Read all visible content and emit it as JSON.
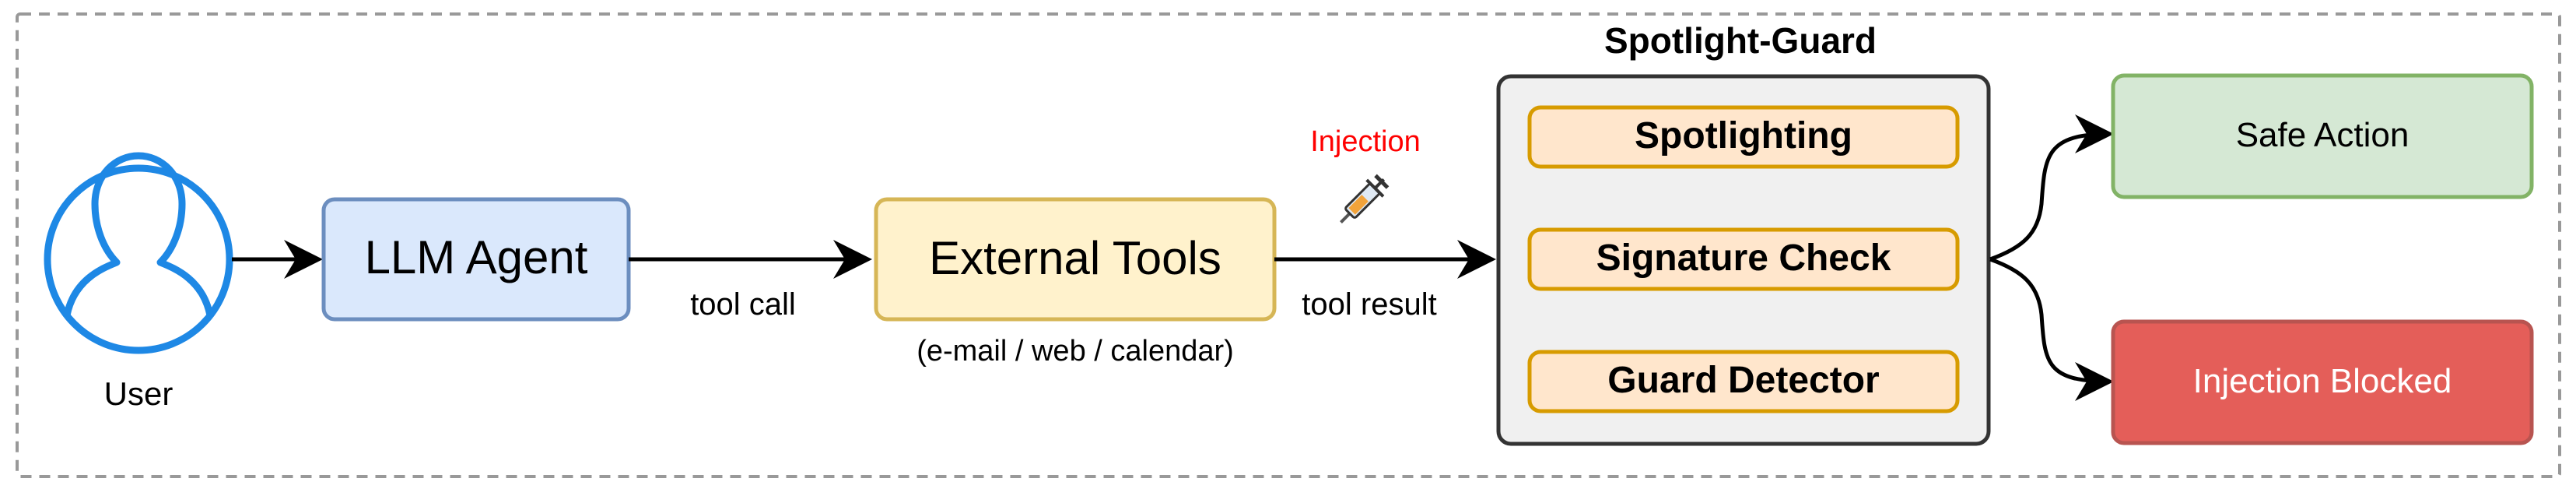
{
  "user": {
    "label": "User"
  },
  "agent": {
    "label": "LLM Agent"
  },
  "tools": {
    "label": "External Tools",
    "sublabel": "(e-mail / web / calendar)"
  },
  "edges": {
    "tool_call": "tool call",
    "tool_result": "tool result",
    "injection": "Injection"
  },
  "guard": {
    "title": "Spotlight-Guard",
    "stages": [
      "Spotlighting",
      "Signature Check",
      "Guard Detector"
    ]
  },
  "outcomes": {
    "safe": "Safe Action",
    "blocked": "Injection Blocked"
  },
  "colors": {
    "user_blue": "#1E88E5",
    "agent_fill": "#DAE8FC",
    "agent_stroke": "#6C8EBF",
    "tools_fill": "#FFF2CC",
    "tools_stroke": "#D6B656",
    "guard_fill": "#F0F0F0",
    "guard_stroke": "#333333",
    "stage_fill": "#FFE6CC",
    "stage_stroke": "#D79B00",
    "safe_fill": "#D5E8D4",
    "safe_stroke": "#82B366",
    "blocked_fill": "#E45E59",
    "blocked_stroke": "#B85450",
    "injection_red": "#FF0000"
  }
}
